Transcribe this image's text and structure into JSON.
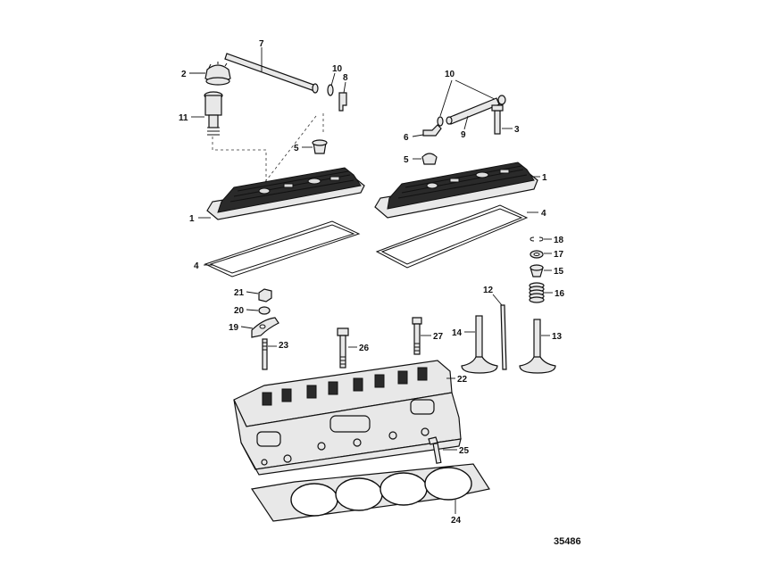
{
  "figure_number": "35486",
  "callouts": {
    "c1a": "1",
    "c1b": "1",
    "c2": "2",
    "c3": "3",
    "c4a": "4",
    "c4b": "4",
    "c5a": "5",
    "c5b": "5",
    "c6": "6",
    "c7": "7",
    "c8": "8",
    "c9": "9",
    "c10a": "10",
    "c10b": "10",
    "c11": "11",
    "c12": "12",
    "c13": "13",
    "c14": "14",
    "c15": "15",
    "c16": "16",
    "c17": "17",
    "c18": "18",
    "c19": "19",
    "c20": "20",
    "c21": "21",
    "c22": "22",
    "c23": "23",
    "c24": "24",
    "c25": "25",
    "c26": "26",
    "c27": "27"
  }
}
